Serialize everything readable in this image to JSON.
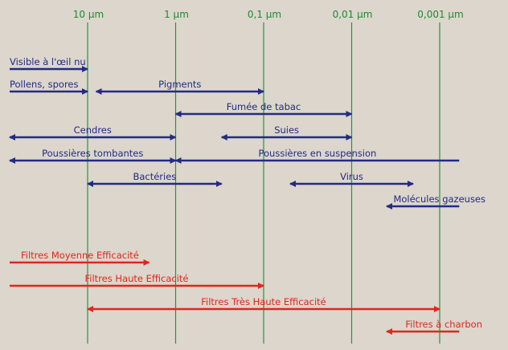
{
  "colors": {
    "background": "#dcd6cc",
    "scale_line": "#1f9a3a",
    "scale_text": "#1f8a34",
    "particle": "#232a86",
    "filter": "#e0261f"
  },
  "chart_data": {
    "type": "range-diagram",
    "axis": {
      "scale": "log",
      "unit": "µm",
      "ticks": [
        {
          "value": 10,
          "label": "10 µm"
        },
        {
          "value": 1,
          "label": "1 µm"
        },
        {
          "value": 0.1,
          "label": "0,1 µm"
        },
        {
          "value": 0.01,
          "label": "0,01 µm"
        },
        {
          "value": 0.001,
          "label": "0,001 µm"
        }
      ]
    },
    "particles": [
      {
        "label": "Visible à l'œil nu",
        "from": 100,
        "to": 10,
        "arrow": "end"
      },
      {
        "label": "Pollens, spores",
        "from": 100,
        "to": 10,
        "arrow": "end"
      },
      {
        "label": "Pigments",
        "from": 8,
        "to": 0.1,
        "arrow": "both"
      },
      {
        "label": "Fumée de tabac",
        "from": 1,
        "to": 0.01,
        "arrow": "both"
      },
      {
        "label": "Cendres",
        "from": 100,
        "to": 1,
        "arrow": "both"
      },
      {
        "label": "Suies",
        "from": 0.3,
        "to": 0.01,
        "arrow": "both"
      },
      {
        "label": "Poussières tombantes",
        "from": 100,
        "to": 1,
        "arrow": "both"
      },
      {
        "label": "Poussières en suspension",
        "from": 1,
        "to": 0.0006,
        "arrow": "start"
      },
      {
        "label": "Bactéries",
        "from": 10,
        "to": 0.3,
        "arrow": "both"
      },
      {
        "label": "Virus",
        "from": 0.05,
        "to": 0.002,
        "arrow": "both"
      },
      {
        "label": "Molécules gazeuses",
        "from": 0.004,
        "to": 0.0006,
        "arrow": "start"
      }
    ],
    "filters": [
      {
        "label": "Filtres Moyenne Efficacité",
        "from": 100,
        "to": 2,
        "arrow": "end"
      },
      {
        "label": "Filtres Haute Efficacité",
        "from": 100,
        "to": 0.1,
        "arrow": "end"
      },
      {
        "label": "Filtres Très Haute Efficacité",
        "from": 10,
        "to": 0.001,
        "arrow": "both"
      },
      {
        "label": "Filtres à charbon",
        "from": 0.004,
        "to": 0.0006,
        "arrow": "start"
      }
    ]
  }
}
